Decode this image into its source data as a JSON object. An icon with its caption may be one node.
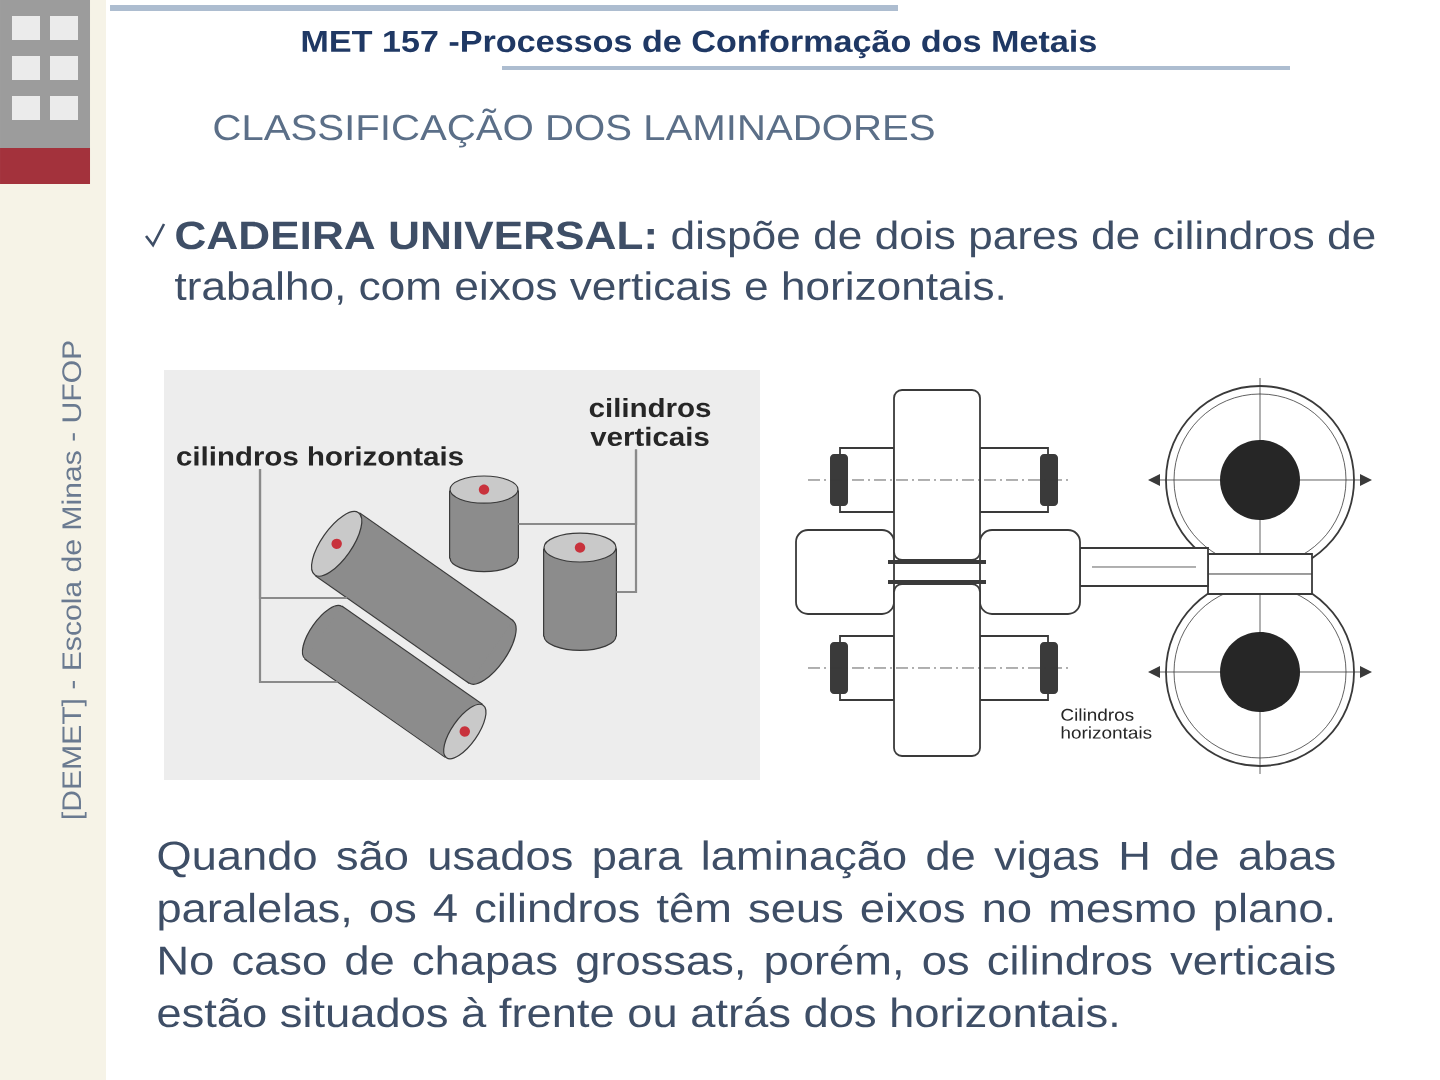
{
  "diagram": {
    "title": "CLASSIFICAÇÃO DOS LAMINADORES",
    "nodes": [
      {
        "text": [
          "cilindros horizontais"
        ]
      },
      {
        "text": [
          "cilindros verticais"
        ]
      },
      {
        "text": [],
        "shape": "cylinder"
      },
      {
        "text": [],
        "shape": "cylinder"
      },
      {
        "text": [],
        "shape": "cylinder"
      },
      {
        "text": [],
        "shape": "cylinder"
      }
    ],
    "edges": [
      {
        "from": 0,
        "to": 2,
        "arrow": "none"
      },
      {
        "from": 0,
        "to": 3,
        "arrow": "none"
      },
      {
        "from": 1,
        "to": 4,
        "arrow": "none"
      },
      {
        "from": 1,
        "to": 5,
        "arrow": "none"
      }
    ],
    "labels": [
      "MET 157 -Processos de Conformação dos Metais",
      "**CADEIRA UNIVERSAL:** dispõe de dois pares de cilindros de trabalho, com eixos verticais e horizontais.",
      "Cilindros horizontais",
      "Quando são usados para laminação de vigas H de abas paralelas, os 4 cilindros têm seus eixos no mesmo plano. No caso de chapas grossas, porém, os cilindros verticais estão situados à frente ou atrás dos horizontais.",
      "[DEMET] - Escola de Minas - UFOP"
    ]
  }
}
